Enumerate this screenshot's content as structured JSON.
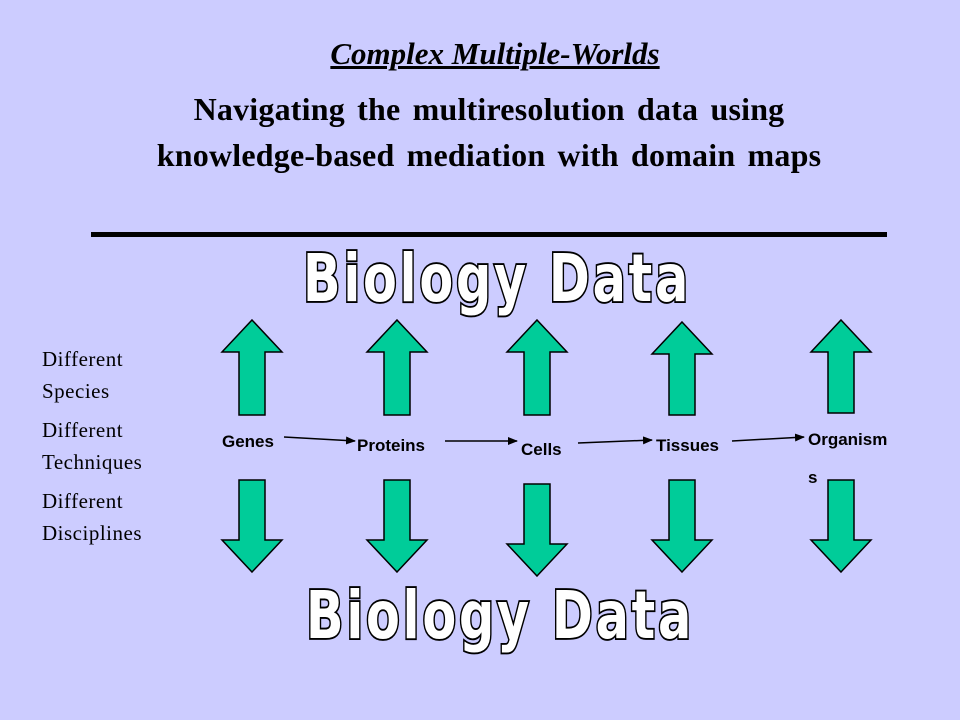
{
  "title": "Complex Multiple-Worlds",
  "subtitle_lines": [
    "Navigating the multiresolution data using",
    "knowledge-based mediation with domain maps"
  ],
  "banner_top": "Biology Data",
  "banner_bottom": "Biology Data",
  "side_labels": [
    [
      "Different",
      "Species"
    ],
    [
      "Different",
      "Techniques"
    ],
    [
      "Different",
      "Disciplines"
    ]
  ],
  "stages": [
    "Genes",
    "Proteins",
    "Cells",
    "Tissues",
    "Organism",
    "s"
  ],
  "colors": {
    "background": "#ccccff",
    "arrow_fill": "#00cc99",
    "banner_fill": "#ffffff",
    "ink": "#000000"
  }
}
